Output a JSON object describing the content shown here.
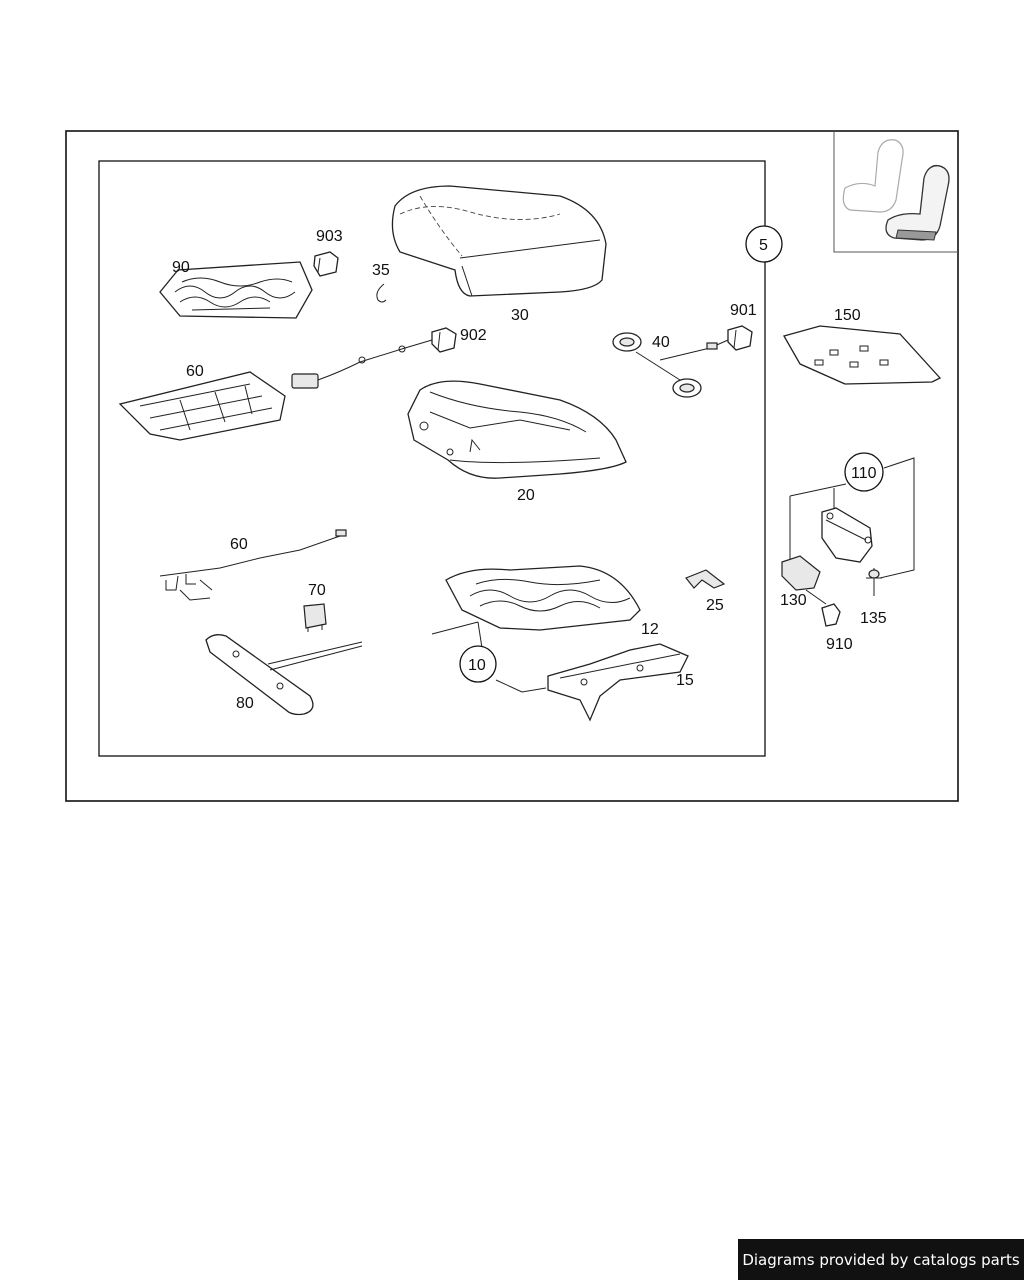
{
  "diagram": {
    "callouts": {
      "c5": "5",
      "c10": "10",
      "c110": "110"
    },
    "labels": {
      "l90": "90",
      "l903": "903",
      "l35": "35",
      "l30": "30",
      "l901": "901",
      "l902": "902",
      "l40": "40",
      "l150": "150",
      "l60a": "60",
      "l20": "20",
      "l60b": "60",
      "l70": "70",
      "l25": "25",
      "l12": "12",
      "l15": "15",
      "l80": "80",
      "l130": "130",
      "l135": "135",
      "l910": "910"
    }
  },
  "footer": {
    "credit": "Diagrams provided by catalogs parts"
  }
}
